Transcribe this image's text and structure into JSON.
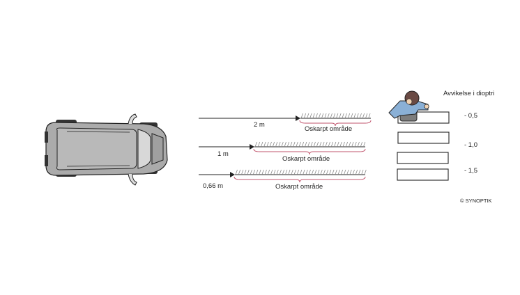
{
  "header": {
    "deviation_title": "Avvikelse i dioptri"
  },
  "rows": [
    {
      "distance": "2 m",
      "blur_label": "Oskarpt område",
      "diopter": "- 0,5"
    },
    {
      "distance": "1 m",
      "blur_label": "Oskarpt område",
      "diopter": "- 1,0"
    },
    {
      "distance": "0,66 m",
      "blur_label": "Oskarpt område",
      "diopter": "- 1,5"
    }
  ],
  "copyright": "© SYNOPTIK",
  "colors": {
    "line": "#222222",
    "hatch": "#8a8a8a",
    "brace": "#c2566e",
    "car_body": "#a9a9a9",
    "person_shirt": "#8ab0d6",
    "hair": "#6a4a44"
  }
}
